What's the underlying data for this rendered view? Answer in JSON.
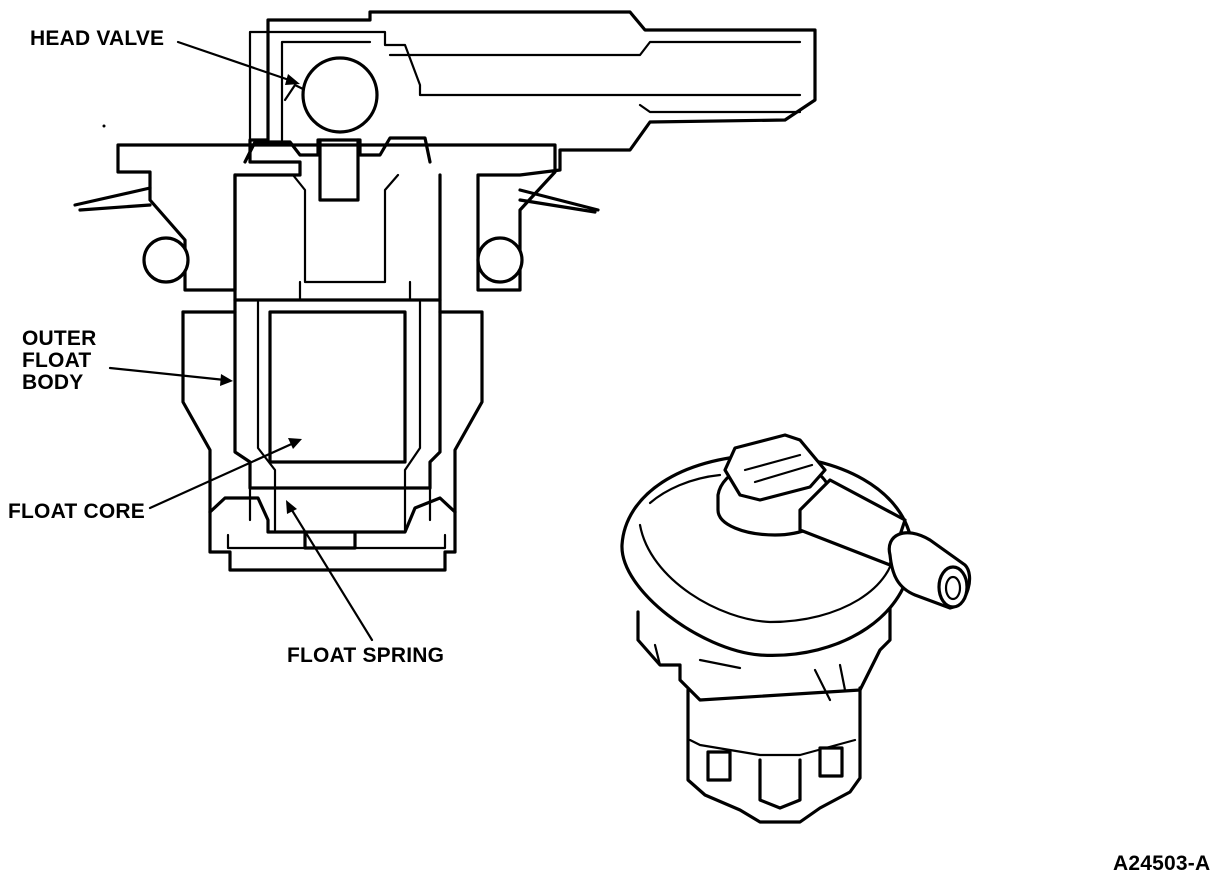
{
  "labels": {
    "head_valve": "HEAD VALVE",
    "outer_float_body_line1": "OUTER",
    "outer_float_body_line2": "FLOAT",
    "outer_float_body_line3": "BODY",
    "float_core": "FLOAT CORE",
    "float_spring": "FLOAT SPRING"
  },
  "figure_ref": "A24503-A",
  "icons": {
    "cutaway": "valve-cross-section-drawing",
    "exterior": "valve-exterior-drawing"
  },
  "colors": {
    "ink": "#000000",
    "paper": "#ffffff"
  }
}
